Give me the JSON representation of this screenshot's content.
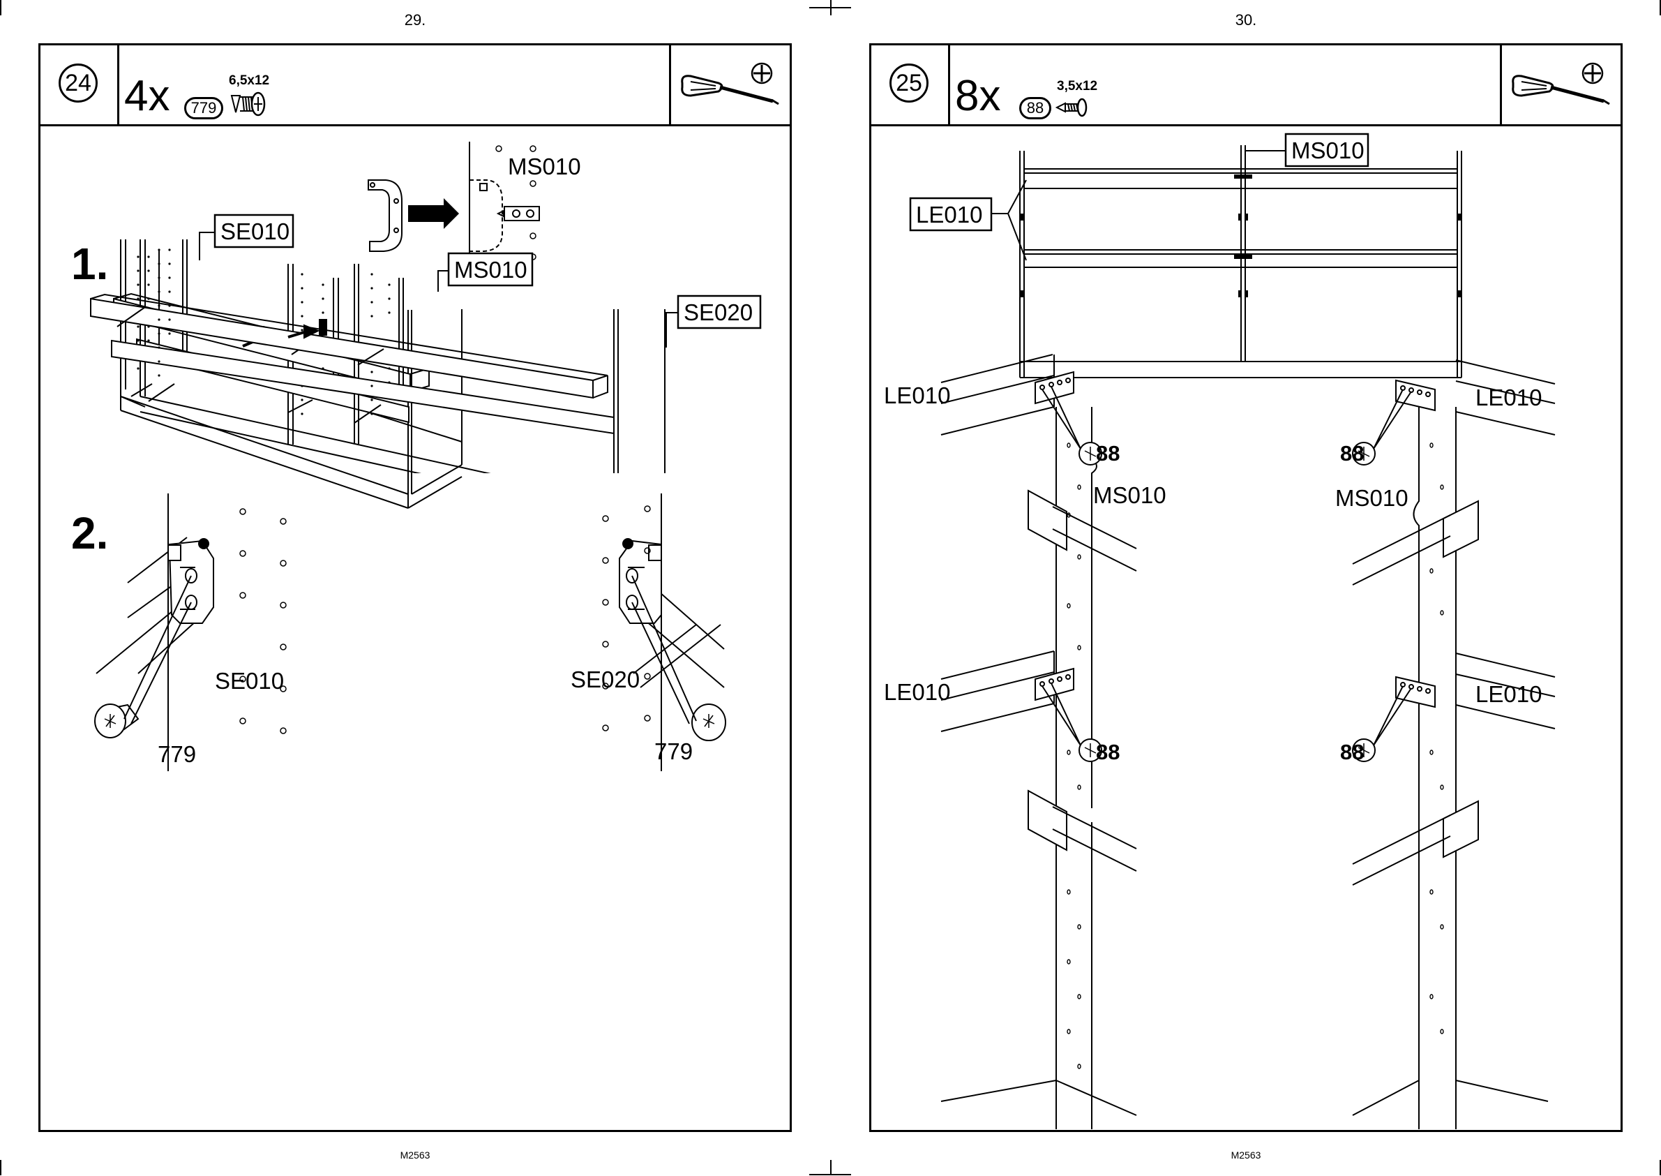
{
  "left_page": {
    "page_number": "29.",
    "footer_code": "M2563",
    "step": {
      "number": "24",
      "quantity": "4x",
      "part_number": "779",
      "screw_size": "6,5x12",
      "tool_icon": "phillips-screwdriver-icon"
    },
    "substeps": {
      "one": "1.",
      "two": "2."
    },
    "labels": {
      "se010_top": "SE010",
      "ms010_top": "MS010",
      "ms010_detail": "MS010",
      "se020_top": "SE020",
      "se010_bottom": "SE010",
      "se020_bottom": "SE020",
      "screw_left": "779",
      "screw_right": "779"
    }
  },
  "right_page": {
    "page_number": "30.",
    "footer_code": "M2563",
    "step": {
      "number": "25",
      "quantity": "8x",
      "part_number": "88",
      "screw_size": "3,5x12",
      "tool_icon": "phillips-screwdriver-icon"
    },
    "labels": {
      "ms010_top": "MS010",
      "le010_top": "LE010",
      "le010_a": "LE010",
      "le010_b": "LE010",
      "le010_c": "LE010",
      "le010_d": "LE010",
      "ms010_left": "MS010",
      "ms010_right": "MS010",
      "screw_a": "88",
      "screw_b": "88",
      "screw_c": "88",
      "screw_d": "88"
    }
  }
}
